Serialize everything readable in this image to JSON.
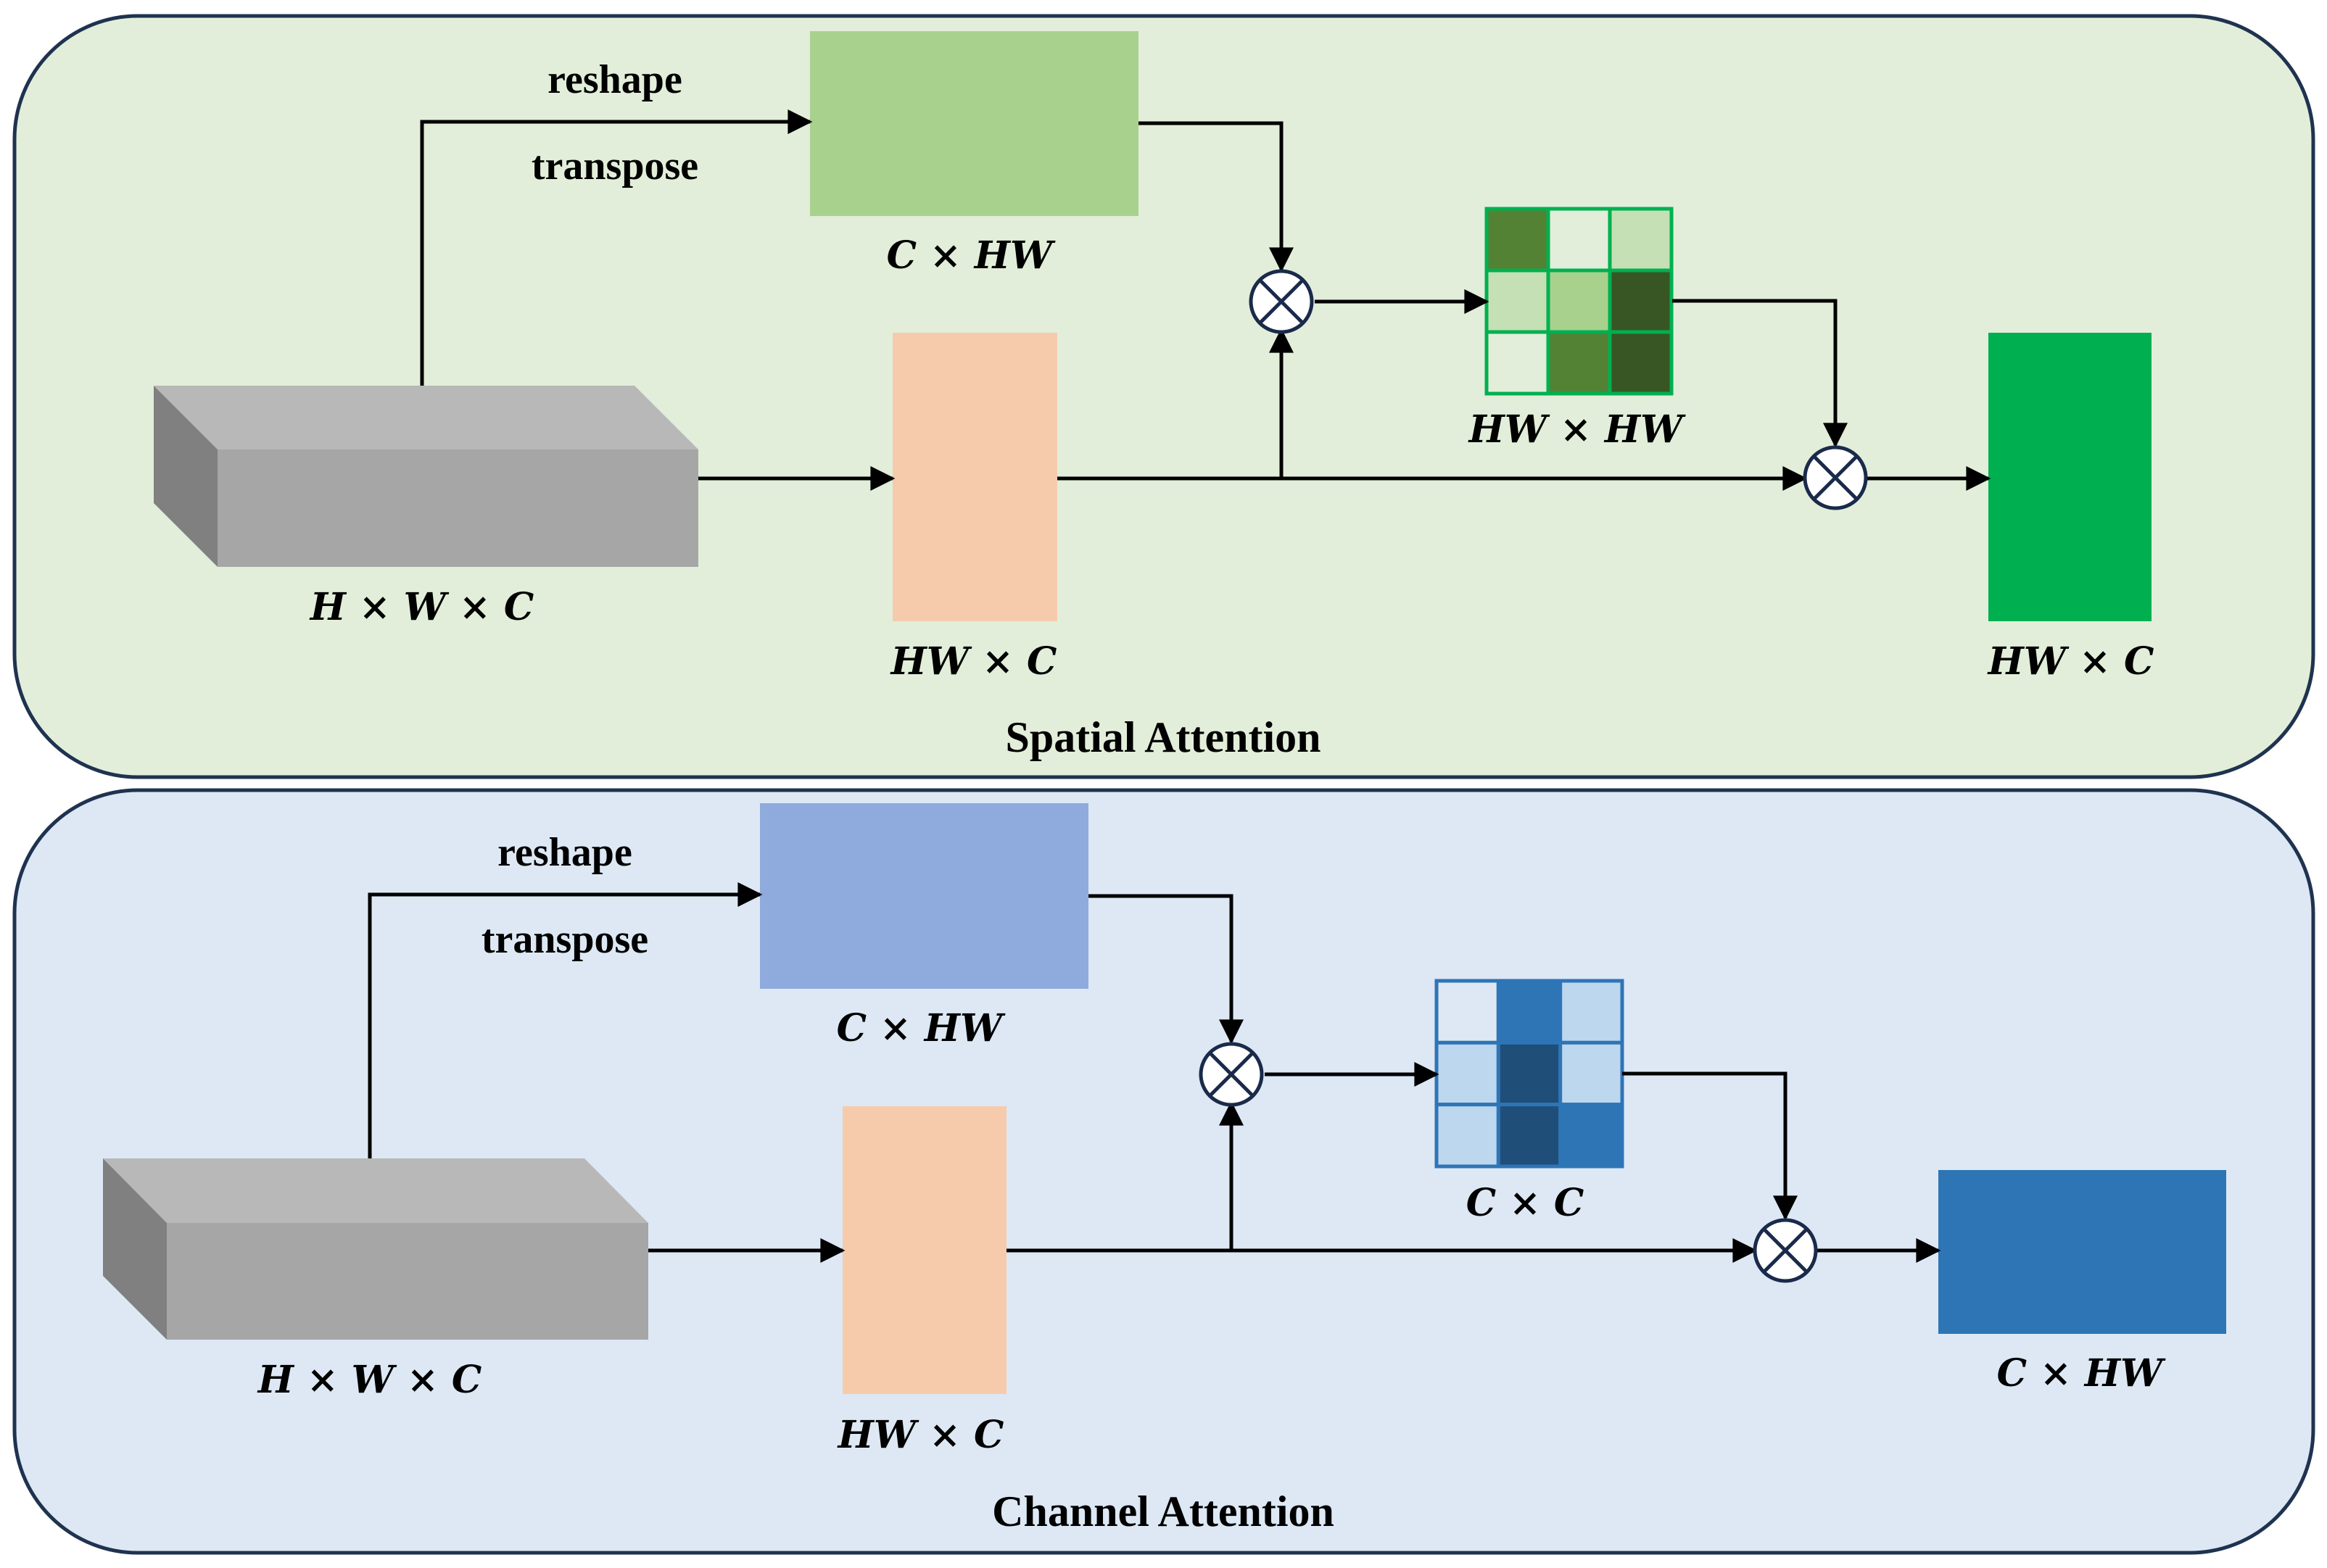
{
  "colors": {
    "spatial_panel_bg": "#e2eed9",
    "channel_panel_bg": "#dde8f4",
    "panel_border": "#1f3350",
    "cube_front": "#a6a6a6",
    "cube_top": "#b8b8b8",
    "cube_side": "#808080",
    "peach_block": "#f5cbac",
    "spatial_key_block": "#a9d18e",
    "spatial_output_block": "#00b050",
    "channel_key_block": "#8faadc",
    "channel_output_block": "#2e75b6",
    "spatial_grid_border": "#00b050",
    "channel_grid_border": "#2e75b6"
  },
  "spatial": {
    "title": "Spatial Attention",
    "op_label_1": "reshape",
    "op_label_2": "transpose",
    "input_dim": "H × W × C",
    "key_dim": "C × HW",
    "query_dim": "HW × C",
    "attention_dim": "HW × HW",
    "output_dim": "HW × C",
    "matrix_cells": [
      "#548235",
      "#e2eed9",
      "#c5e0b4",
      "#c5e0b4",
      "#a9d18e",
      "#375623",
      "#e2eed9",
      "#548235",
      "#375623"
    ]
  },
  "channel": {
    "title": "Channel Attention",
    "op_label_1": "reshape",
    "op_label_2": "transpose",
    "input_dim": "H × W × C",
    "key_dim": "C × HW",
    "query_dim": "HW × C",
    "attention_dim": "C × C",
    "output_dim": "C × HW",
    "matrix_cells": [
      "#dde8f4",
      "#2e75b6",
      "#bdd7ee",
      "#bdd7ee",
      "#1f4e79",
      "#bdd7ee",
      "#bdd7ee",
      "#1f4e79",
      "#2e75b6"
    ]
  }
}
